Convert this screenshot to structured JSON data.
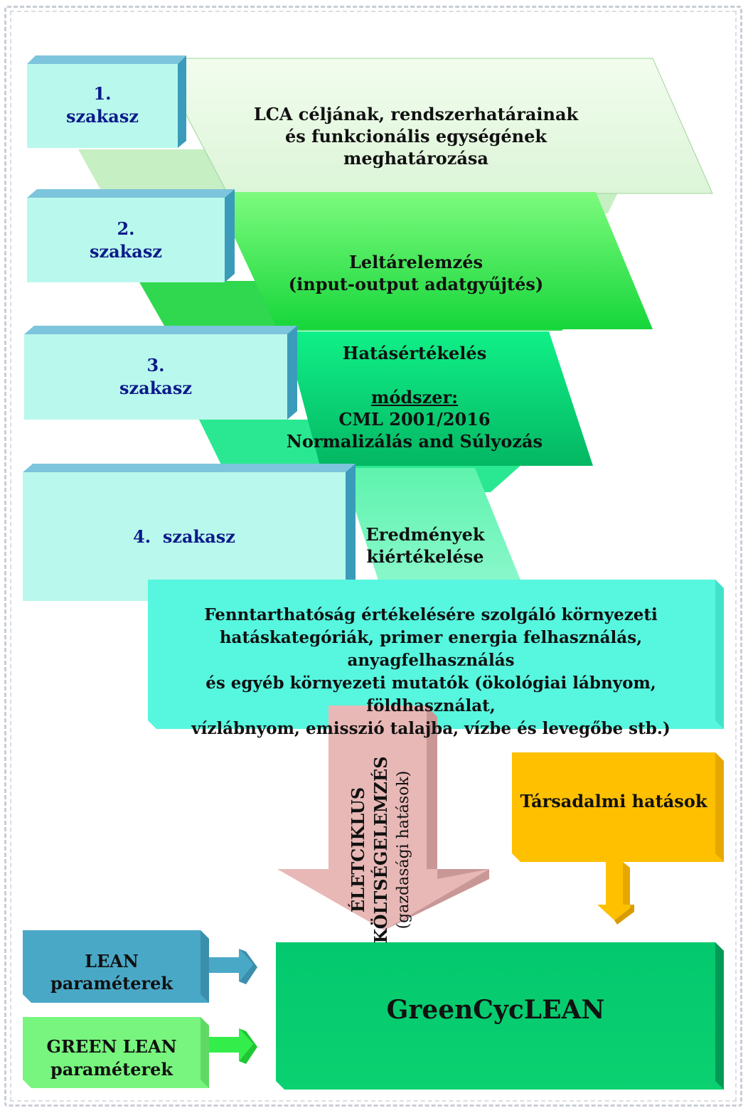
{
  "stages": [
    {
      "number": "1.",
      "label": "szakasz",
      "title_lines": [
        "LCA céljának, rendszerhatárainak",
        "és funkcionális egységének meghatározása"
      ]
    },
    {
      "number": "2.",
      "label": "szakasz",
      "title_lines": [
        "Leltárelemzés",
        "(input-output adatgyűjtés)"
      ]
    },
    {
      "number": "3.",
      "label": "szakasz",
      "title": "Hatásértékelés",
      "method_label": "módszer:",
      "method_lines": [
        "CML 2001/2016",
        "Normalizálás and Súlyozás"
      ]
    },
    {
      "number": "4.",
      "label": "szakasz",
      "title_lines": [
        "Eredmények",
        "kiértékelése"
      ]
    }
  ],
  "sustainability_box": {
    "lines": [
      "Fenntarthatóság értékelésére szolgáló környezeti",
      "hatáskategóriák, primer energia felhasználás, anyagfelhasználás",
      "és egyéb környezeti mutatók (ökológiai lábnyom, földhasználat,",
      "vízlábnyom, emisszió talajba, vízbe és levegőbe stb.)"
    ]
  },
  "lcc_arrow": {
    "line1": "ÉLETCIKLUS",
    "line2": "KÖLTSÉGELEMZÉS",
    "line3": "(gazdasági hatások)"
  },
  "social_box": {
    "label": "Társadalmi hatások"
  },
  "lean_box": {
    "label": "LEAN paraméterek"
  },
  "green_lean_box": {
    "line1": "GREEN LEAN",
    "line2": "paraméterek"
  },
  "result_box": {
    "label": "GreenCycLEAN"
  },
  "colors": {
    "stage_box": "#b9f8ec",
    "stage_shadow": "#4aa8c7",
    "band1": "#e8f8e4",
    "band2": "#66f772",
    "band3": "#1ee38e",
    "band4": "#6cf4bd",
    "sustainability": "#56f6df",
    "lcc_arrow": "#e8b8b6",
    "social": "#ffc000",
    "lean": "#4aa8c7",
    "green_lean": "#78f57e",
    "result": "#05c76f"
  }
}
